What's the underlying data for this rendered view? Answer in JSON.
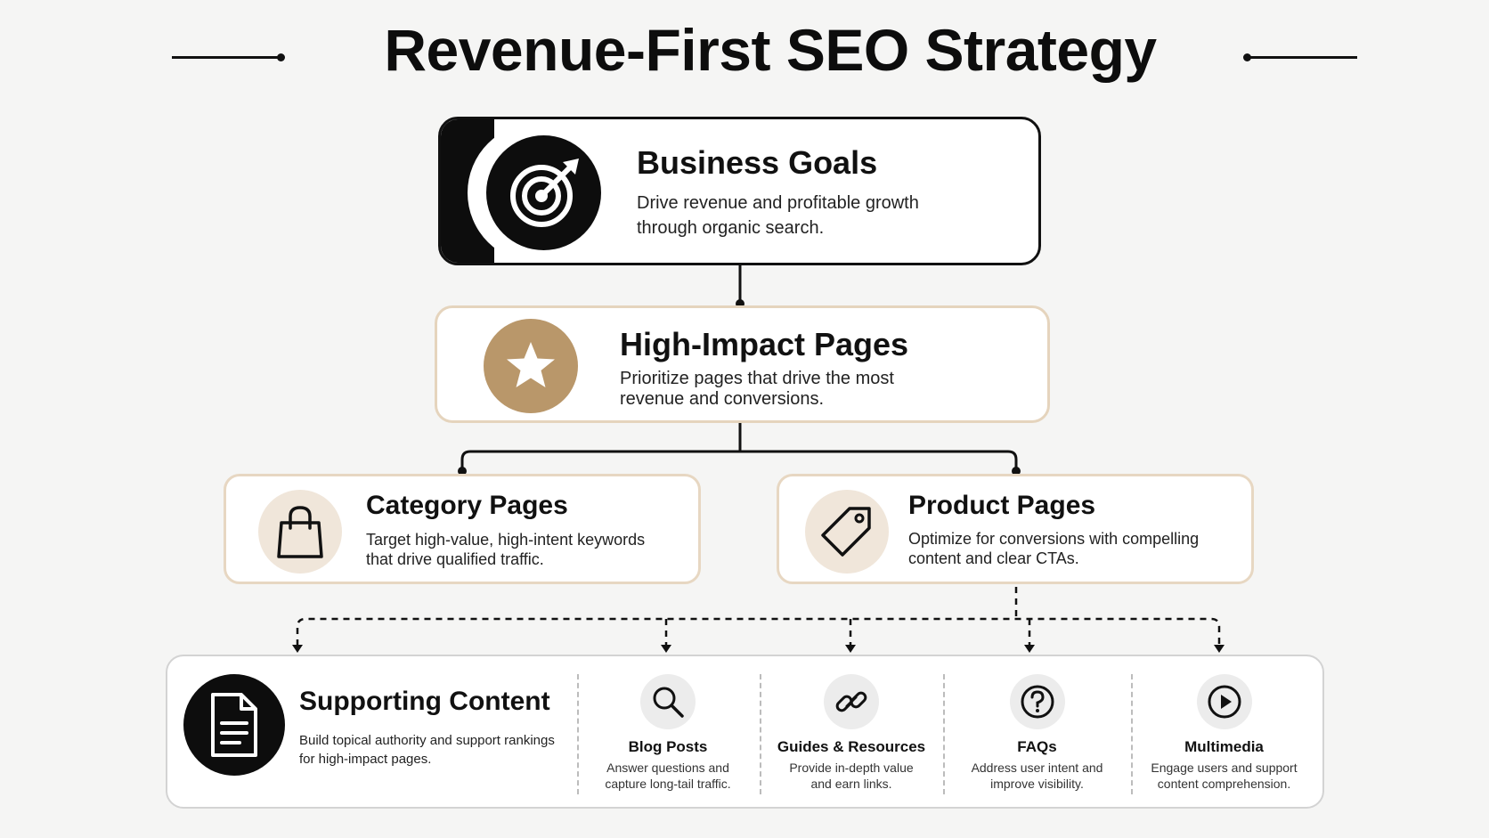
{
  "title": "Revenue-First SEO Strategy",
  "colors": {
    "dark": "#0d0d0d",
    "accent_gold": "#b9976a",
    "accent_beige": "#f0e6da",
    "border_beige": "#e5d4bd",
    "background": "#f5f5f4"
  },
  "business_goals": {
    "title": "Business Goals",
    "line1": "Drive revenue and profitable growth",
    "line2": "through organic search.",
    "icon": "target-arrow-icon"
  },
  "high_impact": {
    "title": "High-Impact Pages",
    "line1": "Prioritize pages that drive the most",
    "line2": "revenue and conversions.",
    "icon": "star-icon"
  },
  "category": {
    "title": "Category Pages",
    "line1": "Target high-value, high-intent keywords",
    "line2": "that drive qualified traffic.",
    "icon": "shopping-bag-icon"
  },
  "product": {
    "title": "Product Pages",
    "line1": "Optimize for conversions with compelling",
    "line2": "content and clear CTAs.",
    "icon": "price-tag-icon"
  },
  "supporting": {
    "title": "Supporting Content",
    "line1": "Build topical authority and support rankings",
    "line2": "for high-impact pages.",
    "icon": "document-icon",
    "items": [
      {
        "title": "Blog Posts",
        "line1": "Answer questions and",
        "line2": "capture long-tail traffic.",
        "icon": "magnifier-icon"
      },
      {
        "title": "Guides & Resources",
        "line1": "Provide in-depth value",
        "line2": "and earn links.",
        "icon": "link-icon"
      },
      {
        "title": "FAQs",
        "line1": "Address user intent and",
        "line2": "improve visibility.",
        "icon": "question-icon"
      },
      {
        "title": "Multimedia",
        "line1": "Engage users and support",
        "line2": "content comprehension.",
        "icon": "play-icon"
      }
    ]
  }
}
